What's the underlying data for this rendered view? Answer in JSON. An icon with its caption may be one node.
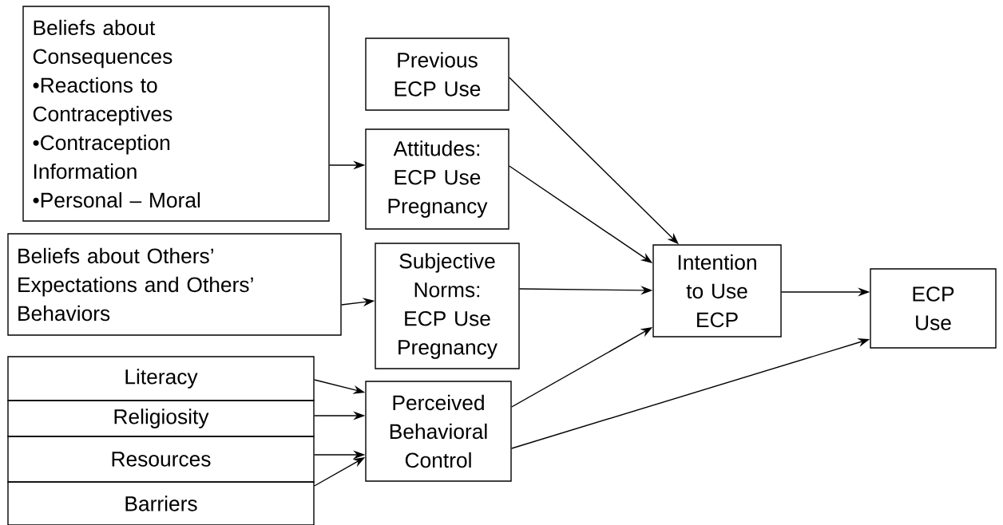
{
  "diagram": {
    "nodes": [
      {
        "text": [
          "Beliefs about Consequences",
          "•Reactions to Contraceptives",
          "•Contraception Information",
          "•Personal – Moral"
        ]
      },
      {
        "text": [
          "Previous ECP Use"
        ]
      },
      {
        "text": [
          "Attitudes: ECP Use Pregnancy"
        ]
      },
      {
        "text": [
          "Beliefs about Others’ Expectations and Others’ Behaviors"
        ]
      },
      {
        "text": [
          "Subjective Norms: ECP Use Pregnancy"
        ]
      },
      {
        "text": [
          "Literacy"
        ]
      },
      {
        "text": [
          "Religiosity"
        ]
      },
      {
        "text": [
          "Resources"
        ]
      },
      {
        "text": [
          "Barriers"
        ]
      },
      {
        "text": [
          "Perceived Behavioral Control"
        ]
      },
      {
        "text": [
          "Intention to Use ECP"
        ]
      },
      {
        "text": [
          "ECP Use"
        ]
      }
    ],
    "edges": [
      {
        "from": 0,
        "to": 2,
        "arrow": "to"
      },
      {
        "from": 1,
        "to": 10,
        "arrow": "to"
      },
      {
        "from": 2,
        "to": 10,
        "arrow": "to"
      },
      {
        "from": 3,
        "to": 4,
        "arrow": "to"
      },
      {
        "from": 4,
        "to": 10,
        "arrow": "to"
      },
      {
        "from": 5,
        "to": 9,
        "arrow": "to"
      },
      {
        "from": 6,
        "to": 9,
        "arrow": "to"
      },
      {
        "from": 7,
        "to": 9,
        "arrow": "to"
      },
      {
        "from": 8,
        "to": 9,
        "arrow": "to"
      },
      {
        "from": 9,
        "to": 10,
        "arrow": "to"
      },
      {
        "from": 10,
        "to": 11,
        "arrow": "to"
      },
      {
        "from": 9,
        "to": 11,
        "arrow": "to"
      }
    ]
  }
}
